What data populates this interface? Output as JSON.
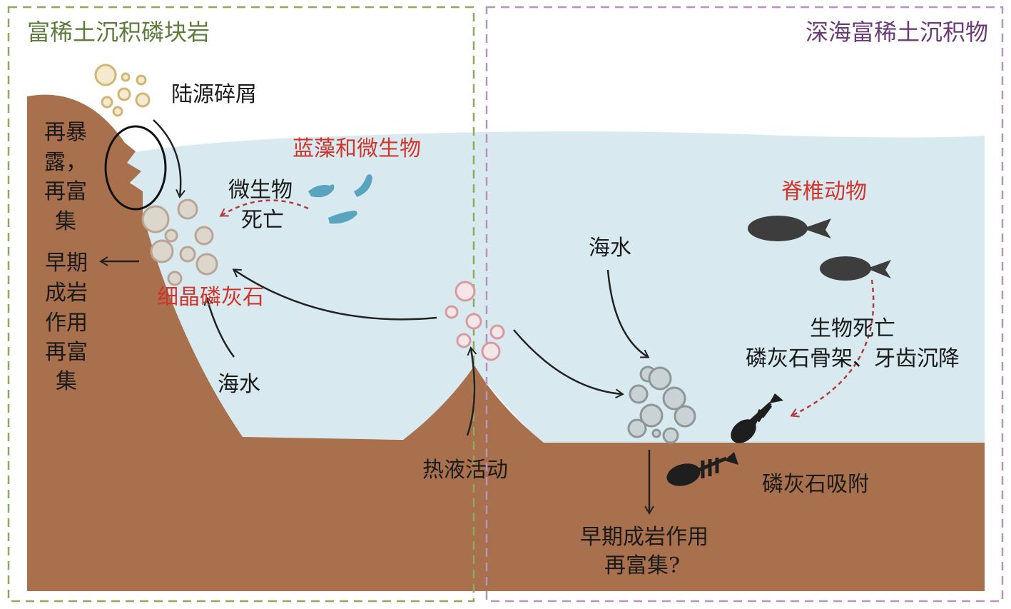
{
  "panels": {
    "left_title": "富稀土沉积磷块岩",
    "right_title": "深海富稀土沉积物"
  },
  "labels": {
    "terrigenous": "陆源碎屑",
    "reexposure": [
      "再暴",
      "露，",
      "再富",
      "集"
    ],
    "early_diagenesis_left": [
      "早期",
      "成岩",
      "作用",
      "再富",
      "集"
    ],
    "cyanobacteria": "蓝藻和微生物",
    "microbe_death": [
      "微生物",
      "死亡"
    ],
    "fine_apatite": "细晶磷灰石",
    "seawater_left": "海水",
    "hydrothermal": "热液活动",
    "seawater_right": "海水",
    "vertebrates": "脊椎动物",
    "bio_death": [
      "生物死亡",
      "磷灰石骨架、牙齿沉降"
    ],
    "apatite_adsorption": "磷灰石吸附",
    "early_diagenesis_right": [
      "早期成岩作用",
      "再富集?"
    ]
  },
  "colors": {
    "sediment": "#a9704d",
    "water": "#d8eaf0",
    "left_border": "#8fa85e",
    "right_border": "#b594ba",
    "left_title": "#5e7b3c",
    "right_title": "#6b3b78",
    "highlight": "#d0352b"
  }
}
